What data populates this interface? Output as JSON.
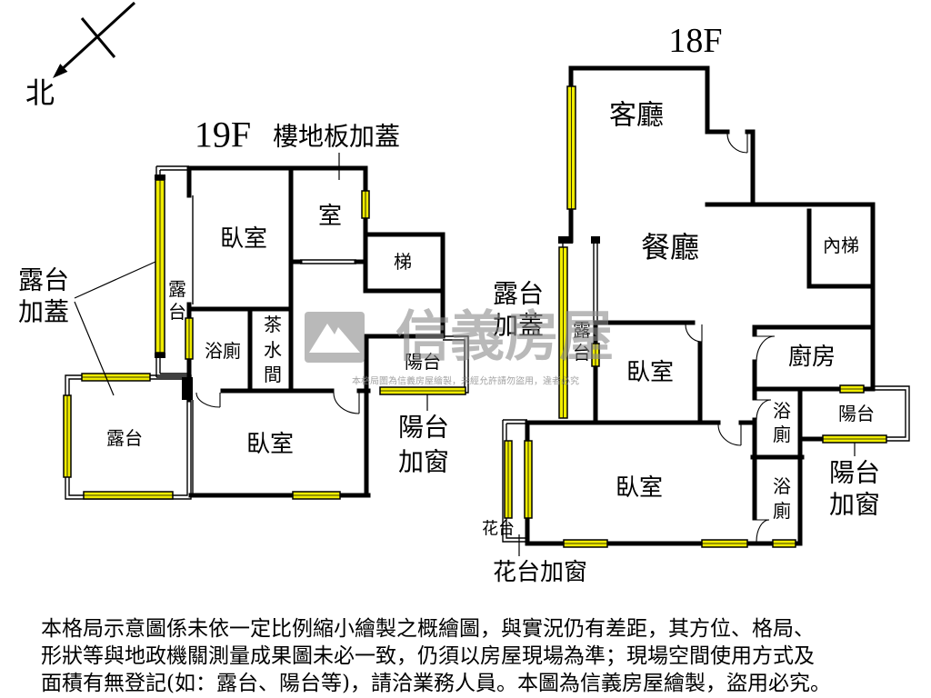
{
  "compass": {
    "north": "北"
  },
  "floor_19": {
    "title": "19F",
    "callouts": {
      "floor_extension": "樓地板加蓋",
      "terrace_cover": [
        "露台",
        "加蓋"
      ],
      "balcony_window": [
        "陽台",
        "加窗"
      ]
    },
    "rooms": {
      "bedroom_upper": "臥室",
      "room": "室",
      "stairs": "梯",
      "terrace_small": [
        "露",
        "台"
      ],
      "bathroom": "浴廁",
      "pantry": [
        "茶",
        "水",
        "間"
      ],
      "balcony": "陽台",
      "terrace": "露台",
      "bedroom_lower": "臥室"
    }
  },
  "floor_18": {
    "title": "18F",
    "callouts": {
      "terrace_cover": [
        "露台",
        "加蓋"
      ],
      "balcony_window": [
        "陽台",
        "加窗"
      ],
      "planter_window": "花台加窗"
    },
    "rooms": {
      "living_room": "客廳",
      "dining_room": "餐廳",
      "internal_stairs": "內梯",
      "terrace": [
        "露",
        "台"
      ],
      "bedroom_middle": "臥室",
      "kitchen": "廚房",
      "bathroom_upper": [
        "浴",
        "廁"
      ],
      "balcony": "陽台",
      "bedroom_lower": "臥室",
      "bathroom_lower": [
        "浴",
        "廁"
      ],
      "planter": "花台"
    }
  },
  "watermark": {
    "brand": "信義房屋",
    "notice": "本格局圖為信義房屋繪製，未經允許請勿盜用，違者必究"
  },
  "disclaimer": [
    "本格局示意圖係未依一定比例縮小繪製之概繪圖，與實況仍有差距，其方位、格局、",
    "形狀等與地政機關測量成果圖未必一致，仍須以房屋現場為準；現場空間使用方式及",
    "面積有無登記(如：露台、陽台等)，請洽業務人員。本圖為信義房屋繪製，盜用必究。"
  ],
  "colors": {
    "wall": "#000000",
    "window": "#f0ec00",
    "watermark": "#8c8c8c",
    "background": "#ffffff"
  },
  "icons": {
    "compass": "north-arrow-icon",
    "logo": "sinyi-logo-icon"
  }
}
